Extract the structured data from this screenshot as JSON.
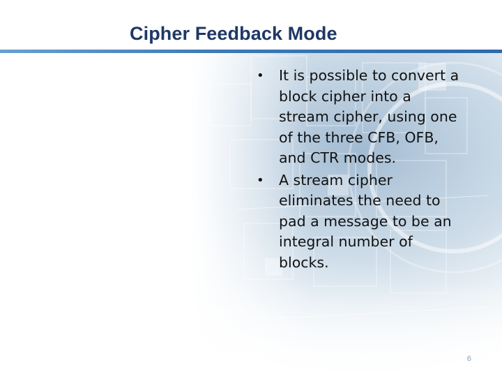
{
  "slide": {
    "title": "Cipher Feedback Mode",
    "bullets": [
      {
        "text": "It is possible to convert a block cipher into a stream cipher, using one of the three CFB, OFB, and CTR modes."
      },
      {
        "text": "A stream cipher eliminates the need to pad a message to be an integral number of blocks."
      }
    ],
    "bullet_symbol": "•",
    "page_number": "6"
  },
  "colors": {
    "title": "#1f3864",
    "accent_rule": "#3b78b8",
    "background_art": "#c9d8e6"
  }
}
